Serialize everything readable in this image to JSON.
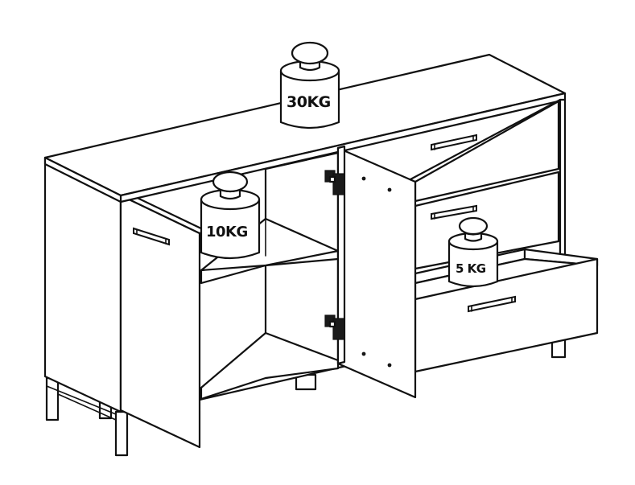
{
  "weights": {
    "top": {
      "label": "30KG"
    },
    "shelf": {
      "label": "10KG"
    },
    "drawer": {
      "label": "5 KG"
    }
  },
  "colors": {
    "line": "#111111",
    "fill": "#ffffff"
  }
}
